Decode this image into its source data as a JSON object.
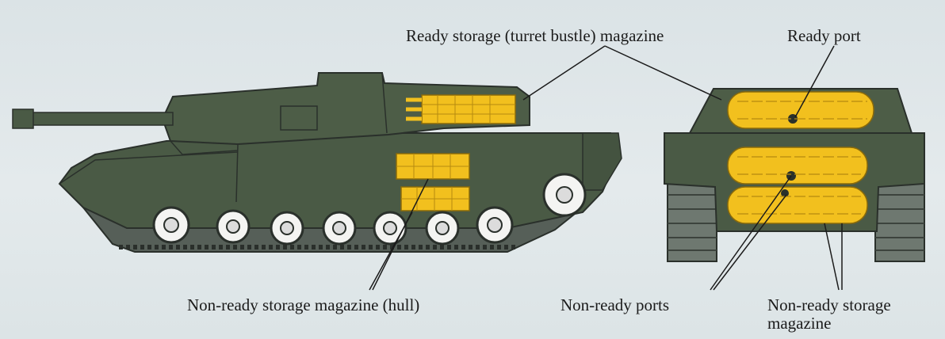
{
  "labels": {
    "bustle": "Ready storage (turret bustle) magazine",
    "ready_port": "Ready port",
    "hull": "Non-ready storage magazine (hull)",
    "ports": "Non-ready ports",
    "nonready_mag_line1": "Non-ready storage",
    "nonready_mag_line2": "magazine"
  },
  "colors": {
    "tank": "#4a5a45",
    "tank_dark": "#3d4b39",
    "ammo": "#f2c01e",
    "ammo_edge": "#c99a12",
    "track": "#707a72",
    "text": "#1b1b1b"
  }
}
